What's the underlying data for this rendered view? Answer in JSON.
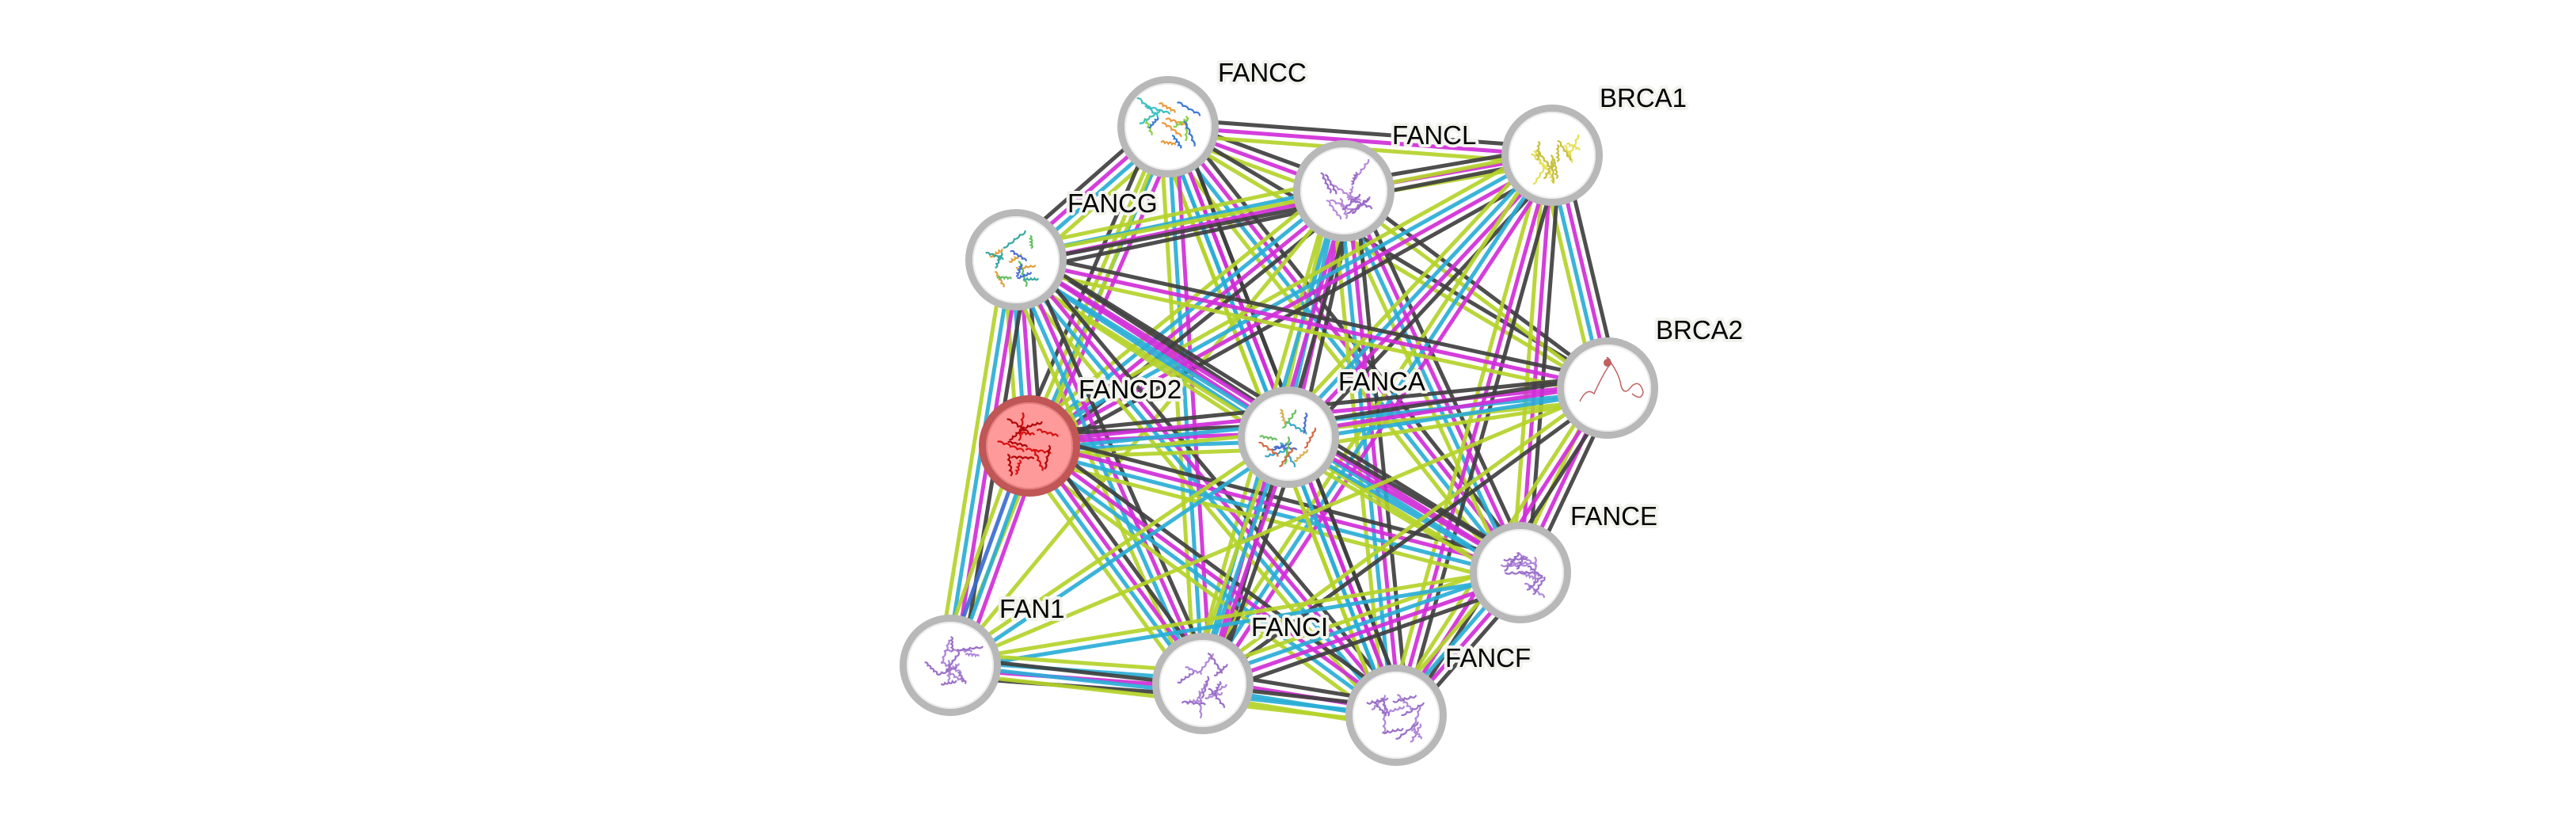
{
  "title": "Protein interaction network",
  "query_protein": "FANCD2",
  "evidence_colors": {
    "experimental": "#d02ed8",
    "database": "#2aaed6",
    "textmining": "#b4d22a",
    "coexpression": "#3f3f3f",
    "homology": "#3a6ed0"
  },
  "node_style": {
    "default_ring": "#b8b8b8",
    "default_fill": "#ffffff",
    "query_ring": "#c05656",
    "query_fill": "#ff9a9a"
  },
  "nodes": [
    {
      "id": "FANCC",
      "label": "FANCC",
      "structure_colors": [
        "#e89a3a",
        "#8ad04a",
        "#3a7ad0",
        "#39c0c0"
      ],
      "query": false
    },
    {
      "id": "FANCL",
      "label": "FANCL",
      "structure_colors": [
        "#b88ad8",
        "#9a6ac8"
      ],
      "query": false
    },
    {
      "id": "BRCA1",
      "label": "BRCA1",
      "structure_colors": [
        "#e6e05a",
        "#c8c040"
      ],
      "query": false
    },
    {
      "id": "FANCG",
      "label": "FANCG",
      "structure_colors": [
        "#e0a040",
        "#60c060",
        "#3aa8a0",
        "#4a70d8"
      ],
      "query": false
    },
    {
      "id": "BRCA2",
      "label": "BRCA2",
      "structure_colors": [
        "#c06060"
      ],
      "query": false
    },
    {
      "id": "FANCD2",
      "label": "FANCD2",
      "structure_colors": [
        "#d81010",
        "#b00808"
      ],
      "query": true
    },
    {
      "id": "FANCA",
      "label": "FANCA",
      "structure_colors": [
        "#3aa8c8",
        "#4a70d0",
        "#6ac060",
        "#d86a40",
        "#d8b050"
      ],
      "query": false
    },
    {
      "id": "FANCE",
      "label": "FANCE",
      "structure_colors": [
        "#b088d8",
        "#9a70c8"
      ],
      "query": false
    },
    {
      "id": "FAN1",
      "label": "FAN1",
      "structure_colors": [
        "#b088d8",
        "#9a70c8"
      ],
      "query": false
    },
    {
      "id": "FANCI",
      "label": "FANCI",
      "structure_colors": [
        "#b088d8",
        "#9a70c8"
      ],
      "query": false
    },
    {
      "id": "FANCF",
      "label": "FANCF",
      "structure_colors": [
        "#b088d8",
        "#9a70c8"
      ],
      "query": false
    }
  ],
  "edges": [
    {
      "source": "FANCC",
      "target": "FANCL",
      "evidence": [
        "coexpression",
        "experimental",
        "textmining"
      ]
    },
    {
      "source": "FANCC",
      "target": "BRCA1",
      "evidence": [
        "coexpression",
        "experimental",
        "textmining"
      ]
    },
    {
      "source": "FANCC",
      "target": "FANCG",
      "evidence": [
        "textmining",
        "database",
        "experimental",
        "coexpression"
      ]
    },
    {
      "source": "FANCC",
      "target": "FANCD2",
      "evidence": [
        "experimental",
        "database",
        "textmining",
        "coexpression"
      ]
    },
    {
      "source": "FANCC",
      "target": "FANCA",
      "evidence": [
        "coexpression",
        "experimental",
        "database",
        "textmining"
      ]
    },
    {
      "source": "FANCC",
      "target": "FANCE",
      "evidence": [
        "coexpression",
        "experimental",
        "database",
        "textmining"
      ]
    },
    {
      "source": "FANCC",
      "target": "FANCF",
      "evidence": [
        "coexpression",
        "experimental",
        "database",
        "textmining"
      ]
    },
    {
      "source": "FANCC",
      "target": "FANCI",
      "evidence": [
        "experimental",
        "database",
        "textmining"
      ]
    },
    {
      "source": "FANCC",
      "target": "BRCA2",
      "evidence": [
        "coexpression",
        "textmining"
      ]
    },
    {
      "source": "FANCC",
      "target": "FAN1",
      "evidence": [
        "textmining"
      ]
    },
    {
      "source": "FANCL",
      "target": "BRCA1",
      "evidence": [
        "coexpression",
        "experimental",
        "textmining"
      ]
    },
    {
      "source": "FANCL",
      "target": "FANCG",
      "evidence": [
        "coexpression",
        "experimental",
        "database",
        "textmining"
      ]
    },
    {
      "source": "FANCL",
      "target": "FANCD2",
      "evidence": [
        "coexpression",
        "experimental",
        "database",
        "textmining"
      ]
    },
    {
      "source": "FANCL",
      "target": "FANCA",
      "evidence": [
        "coexpression",
        "experimental",
        "database",
        "textmining"
      ]
    },
    {
      "source": "FANCL",
      "target": "FANCE",
      "evidence": [
        "coexpression",
        "experimental",
        "database",
        "textmining"
      ]
    },
    {
      "source": "FANCL",
      "target": "FANCF",
      "evidence": [
        "coexpression",
        "experimental",
        "database",
        "textmining"
      ]
    },
    {
      "source": "FANCL",
      "target": "FANCI",
      "evidence": [
        "coexpression",
        "experimental",
        "database",
        "textmining"
      ]
    },
    {
      "source": "FANCL",
      "target": "BRCA2",
      "evidence": [
        "coexpression",
        "textmining"
      ]
    },
    {
      "source": "FANCL",
      "target": "FAN1",
      "evidence": [
        "textmining"
      ]
    },
    {
      "source": "BRCA1",
      "target": "FANCG",
      "evidence": [
        "coexpression",
        "textmining"
      ]
    },
    {
      "source": "BRCA1",
      "target": "FANCD2",
      "evidence": [
        "coexpression",
        "experimental",
        "database",
        "textmining"
      ]
    },
    {
      "source": "BRCA1",
      "target": "FANCA",
      "evidence": [
        "coexpression",
        "experimental",
        "database",
        "textmining"
      ]
    },
    {
      "source": "BRCA1",
      "target": "BRCA2",
      "evidence": [
        "coexpression",
        "experimental",
        "database",
        "textmining"
      ]
    },
    {
      "source": "BRCA1",
      "target": "FANCE",
      "evidence": [
        "coexpression",
        "experimental",
        "textmining"
      ]
    },
    {
      "source": "BRCA1",
      "target": "FANCF",
      "evidence": [
        "coexpression",
        "experimental",
        "textmining"
      ]
    },
    {
      "source": "BRCA1",
      "target": "FANCI",
      "evidence": [
        "experimental",
        "database",
        "textmining"
      ]
    },
    {
      "source": "FANCG",
      "target": "FANCD2",
      "evidence": [
        "coexpression",
        "experimental",
        "database",
        "textmining"
      ]
    },
    {
      "source": "FANCG",
      "target": "FANCA",
      "evidence": [
        "coexpression",
        "experimental",
        "database",
        "textmining"
      ]
    },
    {
      "source": "FANCG",
      "target": "BRCA2",
      "evidence": [
        "coexpression",
        "experimental",
        "textmining"
      ]
    },
    {
      "source": "FANCG",
      "target": "FANCE",
      "evidence": [
        "coexpression",
        "experimental",
        "database",
        "textmining"
      ]
    },
    {
      "source": "FANCG",
      "target": "FANCF",
      "evidence": [
        "coexpression",
        "experimental",
        "database",
        "textmining"
      ]
    },
    {
      "source": "FANCG",
      "target": "FANCI",
      "evidence": [
        "coexpression",
        "experimental",
        "database",
        "textmining"
      ]
    },
    {
      "source": "FANCG",
      "target": "FAN1",
      "evidence": [
        "coexpression",
        "experimental",
        "database",
        "textmining"
      ]
    },
    {
      "source": "FANCD2",
      "target": "FANCA",
      "evidence": [
        "coexpression",
        "experimental",
        "database",
        "textmining"
      ]
    },
    {
      "source": "FANCD2",
      "target": "BRCA2",
      "evidence": [
        "coexpression",
        "experimental",
        "database",
        "textmining"
      ]
    },
    {
      "source": "FANCD2",
      "target": "FANCE",
      "evidence": [
        "coexpression",
        "experimental",
        "database",
        "textmining"
      ]
    },
    {
      "source": "FANCD2",
      "target": "FANCF",
      "evidence": [
        "coexpression",
        "experimental",
        "database",
        "textmining"
      ]
    },
    {
      "source": "FANCD2",
      "target": "FANCI",
      "evidence": [
        "coexpression",
        "experimental",
        "database",
        "textmining"
      ]
    },
    {
      "source": "FANCD2",
      "target": "FAN1",
      "evidence": [
        "experimental",
        "database",
        "homology",
        "textmining"
      ]
    },
    {
      "source": "FANCA",
      "target": "BRCA2",
      "evidence": [
        "coexpression",
        "experimental",
        "database",
        "textmining"
      ]
    },
    {
      "source": "FANCA",
      "target": "FANCE",
      "evidence": [
        "coexpression",
        "experimental",
        "database",
        "textmining"
      ]
    },
    {
      "source": "FANCA",
      "target": "FANCF",
      "evidence": [
        "coexpression",
        "experimental",
        "database",
        "textmining"
      ]
    },
    {
      "source": "FANCA",
      "target": "FANCI",
      "evidence": [
        "coexpression",
        "experimental",
        "database",
        "textmining"
      ]
    },
    {
      "source": "FANCA",
      "target": "FAN1",
      "evidence": [
        "database",
        "textmining"
      ]
    },
    {
      "source": "BRCA2",
      "target": "FANCE",
      "evidence": [
        "coexpression",
        "experimental",
        "textmining"
      ]
    },
    {
      "source": "BRCA2",
      "target": "FANCF",
      "evidence": [
        "coexpression",
        "experimental",
        "textmining"
      ]
    },
    {
      "source": "BRCA2",
      "target": "FANCI",
      "evidence": [
        "coexpression",
        "textmining"
      ]
    },
    {
      "source": "BRCA2",
      "target": "FAN1",
      "evidence": [
        "textmining"
      ]
    },
    {
      "source": "FANCE",
      "target": "FANCF",
      "evidence": [
        "coexpression",
        "experimental",
        "database",
        "textmining"
      ]
    },
    {
      "source": "FANCE",
      "target": "FANCI",
      "evidence": [
        "coexpression",
        "experimental",
        "database",
        "textmining"
      ]
    },
    {
      "source": "FANCE",
      "target": "FAN1",
      "evidence": [
        "database",
        "textmining"
      ]
    },
    {
      "source": "FANCI",
      "target": "FANCF",
      "evidence": [
        "coexpression",
        "experimental",
        "database",
        "textmining"
      ]
    },
    {
      "source": "FANCI",
      "target": "FAN1",
      "evidence": [
        "coexpression",
        "experimental",
        "database",
        "textmining"
      ]
    },
    {
      "source": "FAN1",
      "target": "FANCF",
      "evidence": [
        "coexpression",
        "database",
        "textmining"
      ]
    }
  ]
}
